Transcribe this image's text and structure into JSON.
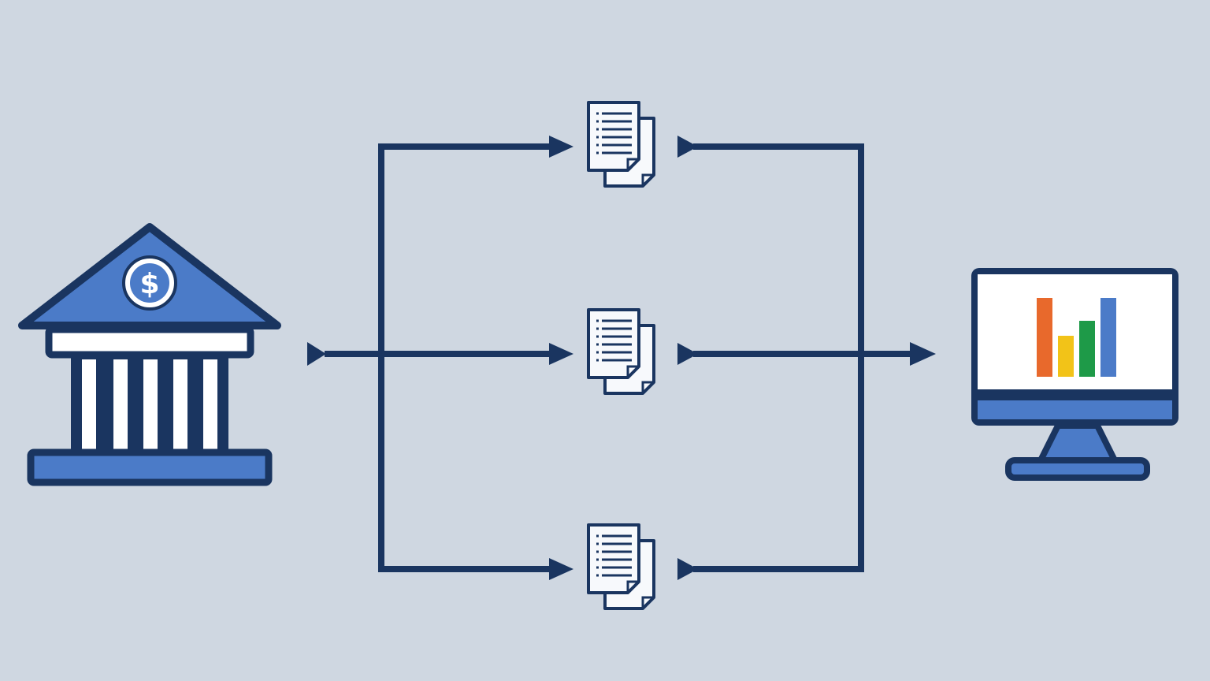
{
  "diagram": {
    "background": "#cfd7e1",
    "colors": {
      "navy": "#1a3560",
      "blue": "#4b7bc8",
      "white": "#ffffff",
      "paper": "#f7f9fc"
    },
    "source": {
      "icon": "bank-icon",
      "symbol": "$"
    },
    "documents": [
      {
        "icon": "document-stack-icon"
      },
      {
        "icon": "document-stack-icon"
      },
      {
        "icon": "document-stack-icon"
      }
    ],
    "target": {
      "icon": "monitor-chart-icon",
      "bars": [
        {
          "value": 1.0,
          "color": "#e8692c"
        },
        {
          "value": 0.52,
          "color": "#f2c318"
        },
        {
          "value": 0.71,
          "color": "#1e9a48"
        },
        {
          "value": 1.0,
          "color": "#4b7bc8"
        }
      ]
    }
  }
}
